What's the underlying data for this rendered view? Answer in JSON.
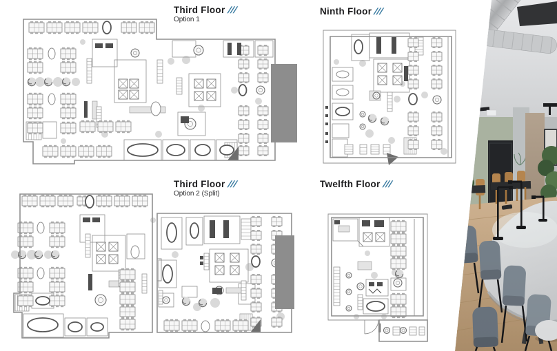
{
  "accent_color": "#35789f",
  "sections": [
    {
      "title": "Third Floor",
      "marks": "///",
      "subtitle": "Option 1"
    },
    {
      "title": "Ninth Floor",
      "marks": "///",
      "subtitle": ""
    },
    {
      "title": "Third Floor",
      "marks": "///",
      "subtitle": "Option 2 (Split)"
    },
    {
      "title": "Twelfth Floor",
      "marks": "///",
      "subtitle": ""
    }
  ]
}
